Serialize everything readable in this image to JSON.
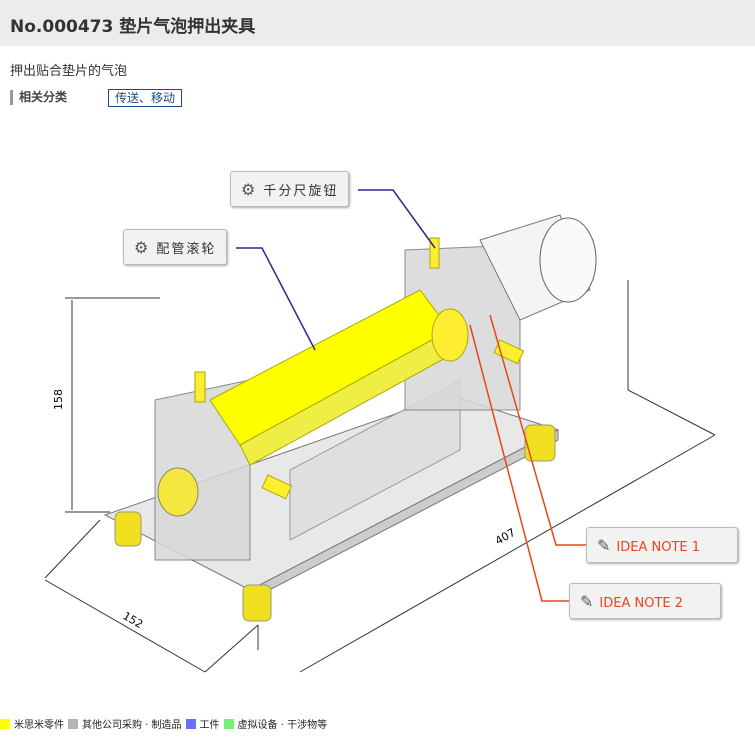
{
  "header": {
    "title": "No.000473 垫片气泡押出夹具"
  },
  "description": "押出贴合垫片的气泡",
  "category": {
    "label": "相关分类",
    "tag": "传送、移动"
  },
  "callouts": [
    {
      "label": "千分尺旋钮",
      "icon": "gear-icon"
    },
    {
      "label": "配管滚轮",
      "icon": "gear-icon"
    },
    {
      "label": "IDEA NOTE 1",
      "icon": "pencil-icon"
    },
    {
      "label": "IDEA NOTE 2",
      "icon": "pencil-icon"
    }
  ],
  "dimensions": {
    "height": "158",
    "width": "152",
    "length": "407"
  },
  "legend": [
    {
      "label": "米思米零件",
      "color": "#ffff00"
    },
    {
      "label": "其他公司采购 · 制造品",
      "color": "#b4b4b4"
    },
    {
      "label": "工件",
      "color": "#6e6eff"
    },
    {
      "label": "虚拟设备 · 干涉物等",
      "color": "#78f078"
    }
  ]
}
